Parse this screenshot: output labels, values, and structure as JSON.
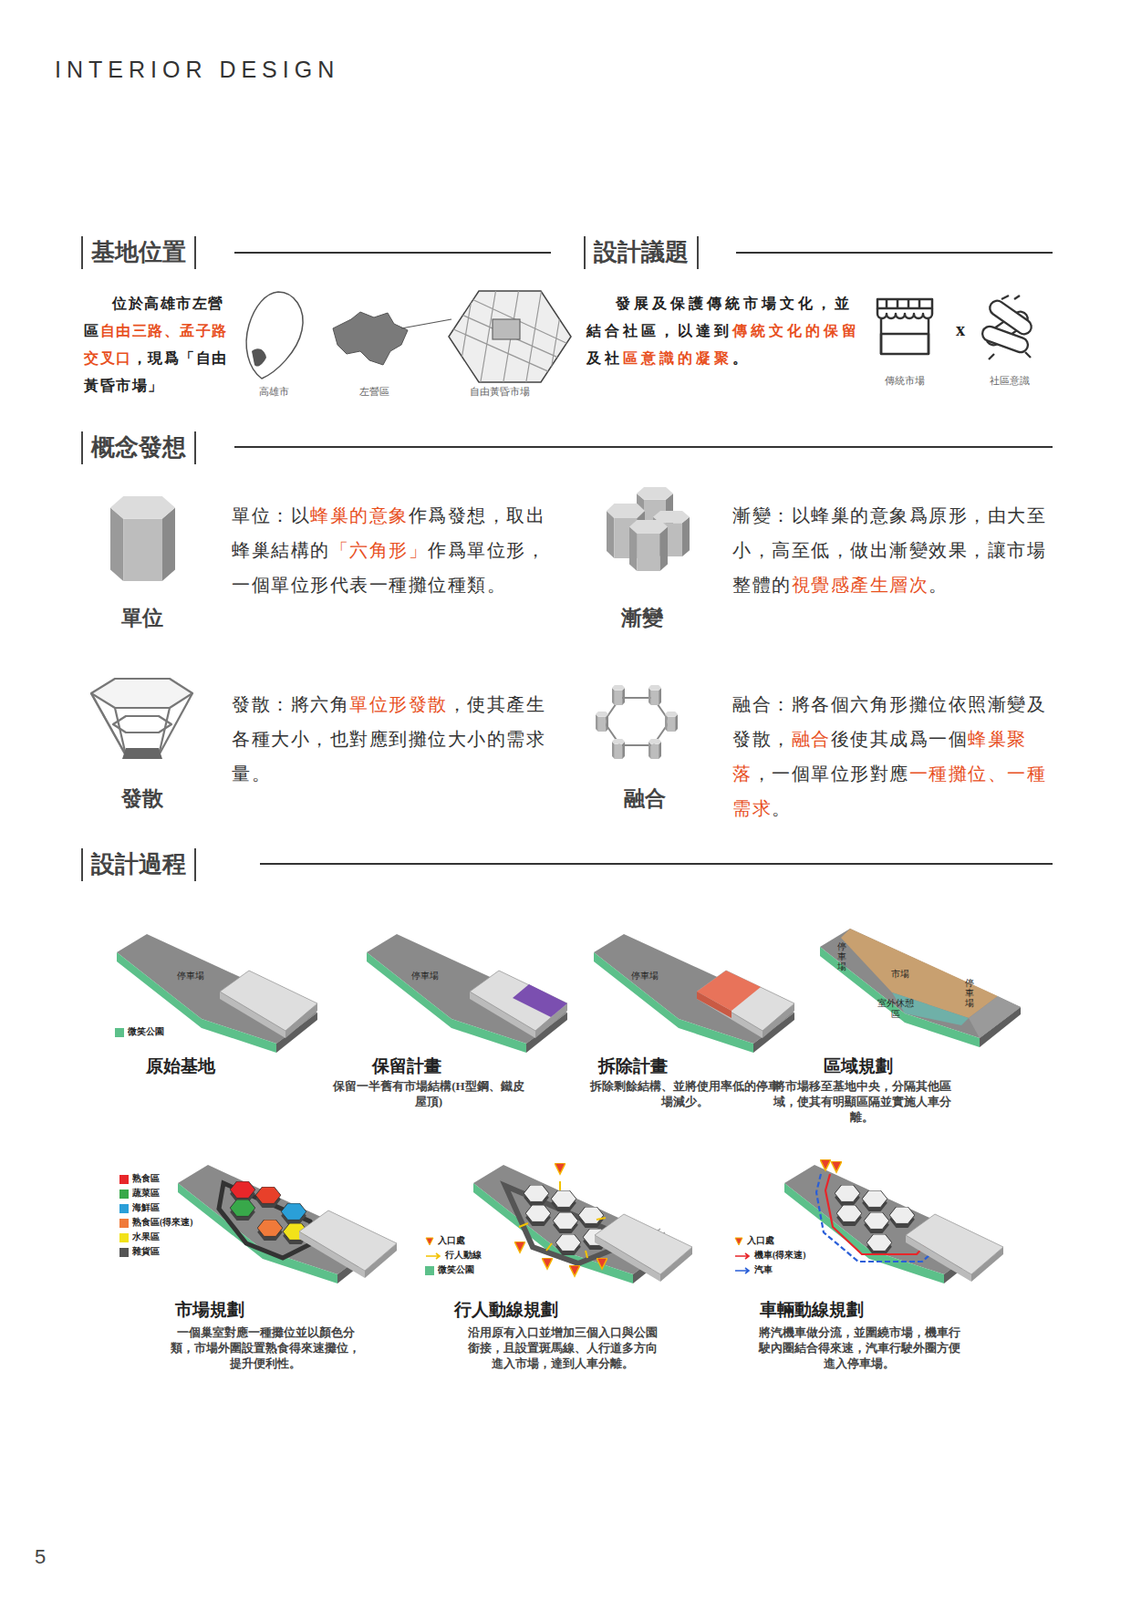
{
  "diagram": {
    "nodes": [
      {
        "text": [
          "基地位置"
        ]
      },
      {
        "text": [
          "設計議題"
        ]
      },
      {
        "text": [
          "概念發想"
        ]
      },
      {
        "text": [
          "設計過程"
        ]
      }
    ],
    "labels": [
      "INTERIOR DESIGN",
      "位於高雄市左營區",
      "自由三路、孟子路交叉口",
      "，現爲「自由黃昏市場」",
      "高雄市",
      "左營區",
      "自由黃昏市場",
      "發展及保護傳統市場文化，並結合社區，以達到",
      "傳統文化的保留",
      "及社",
      "區意識的凝聚",
      "。",
      "傳統市場",
      "x",
      "社區意識",
      "單位：以",
      "蜂巢的意象",
      "作爲發想，取出蜂巢結構的",
      "「六角形」",
      "作爲單位形，一個單位形代表一種攤位種類。",
      "單位",
      "漸變：以蜂巢的意象爲原形，由大至小，高至低，做出漸變效果，讓市場整體的",
      "視覺感產生層次",
      "。",
      "漸變",
      "發散：將六角",
      "單位形發散",
      "，使其產生各種大小，也對應到攤位大小的需求量。",
      "發散",
      "融合：將各個六角形攤位依照漸變及發散，",
      "融合",
      "後使其成爲一個",
      "蜂巢聚落",
      "，一個單位形對應",
      "一種攤位、一種需求",
      "。",
      "融合",
      "停車場",
      "原始基地",
      "停車場",
      "保留計畫",
      "保留一半舊有市場結構(H型鋼、鐵皮屋頂)",
      "停車場",
      "拆除計畫",
      "拆除剩餘結構、並將使用率低的停車場減少。",
      "停車場",
      "市場",
      "室外休憩區",
      "停車場",
      "區域規劃",
      "將市場移至基地中央，分隔其他區域，使其有明顯區隔並實施人車分離。",
      "市場規劃",
      "一個巢室對應一種攤位並以顏色分類，市場外圍設置熟食得來速攤位，提升便利性。",
      "行人動線規劃",
      "沿用原有入口並增加三個入口與公園銜接，且設置斑馬線、人行道多方向進入市場，達到人車分離。",
      "車輛動線規劃",
      "將汽機車做分流，並圍繞市場，機車行駛內圈結合得來速，汽車行駛外圈方便進入停車場。",
      "5"
    ],
    "legend": [
      {
        "text": "微笑公園",
        "color": "#5cc08a"
      },
      {
        "text": "熟食區",
        "color": "#e8262a"
      },
      {
        "text": "蔬菜區",
        "color": "#38a84a"
      },
      {
        "text": "海鮮區",
        "color": "#2a9fd8"
      },
      {
        "text": "熟食區(得來速)",
        "color": "#f07a3a"
      },
      {
        "text": "水果區",
        "color": "#f2e21a"
      },
      {
        "text": "雜貨區",
        "color": "#555555"
      },
      {
        "text": "入口處"
      },
      {
        "text": "行人動線"
      },
      {
        "text": "微笑公園",
        "color": "#5cc08a"
      },
      {
        "text": "入口處"
      },
      {
        "text": "機車(得來速)"
      },
      {
        "text": "汽車"
      }
    ]
  }
}
